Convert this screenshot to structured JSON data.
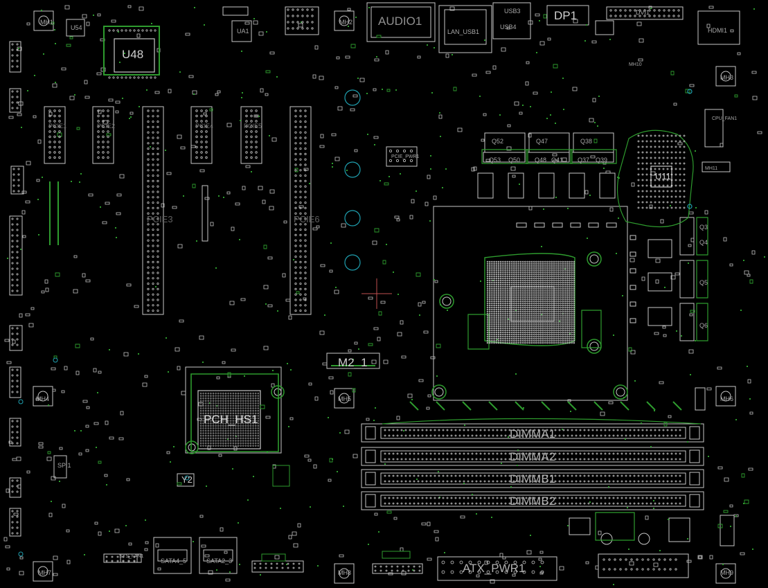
{
  "labels": {
    "u48": "U48",
    "u54": "U54",
    "ua1": "UA1",
    "audio": "AUDIO1",
    "lan": "LAN_USB1",
    "usb": "USB3",
    "usb4": "USB4",
    "dp1": "DP1",
    "dvi": "DVI1",
    "hdmi": "HDMI1",
    "pwr": "PCIE_PWR1",
    "u11": "U11",
    "q52": "Q52",
    "q53": "Q53",
    "q50": "Q50",
    "q47": "Q47",
    "q48": "Q48",
    "q41": "Q41",
    "q38": "Q38",
    "q37": "Q37",
    "q39": "Q39",
    "q3": "Q3",
    "q4": "Q4",
    "q5": "Q5",
    "q6": "Q6",
    "pcie1": "PCIE1",
    "pcie2": "PCIE2",
    "pcie3": "PCIE3",
    "pcie4": "PCIE4",
    "pcie5": "PCIE5",
    "pcie6": "PCIE6",
    "m2": "M2_1",
    "pch": "PCH_HS1",
    "y2": "Y2",
    "spi": "SPI1",
    "dimma1": "DIMMA1",
    "dimma2": "DIMMA2",
    "dimmb1": "DIMMB1",
    "dimmb2": "DIMMB2",
    "sata45": "SATA4_5",
    "sata23": "SATA2_3",
    "atx": "ATX_PWR1",
    "mh1": "MH1",
    "mh2": "MH2",
    "mh3": "MH3",
    "mh4": "MH4",
    "mh5": "MH5",
    "mh6": "MH6",
    "mh7": "MH7",
    "mh8": "MH8",
    "mh9": "MH9",
    "mh10": "MH10",
    "mh11": "MH11",
    "cpufan": "CPU_FAN1",
    "sysfan": "SYS_FAN1"
  },
  "colors": {
    "background": "#000000",
    "silkscreen": "#c8c8c8",
    "copper_outline": "#2e9c2e",
    "via": "#1fa0b0",
    "cursor": "#c05050"
  }
}
